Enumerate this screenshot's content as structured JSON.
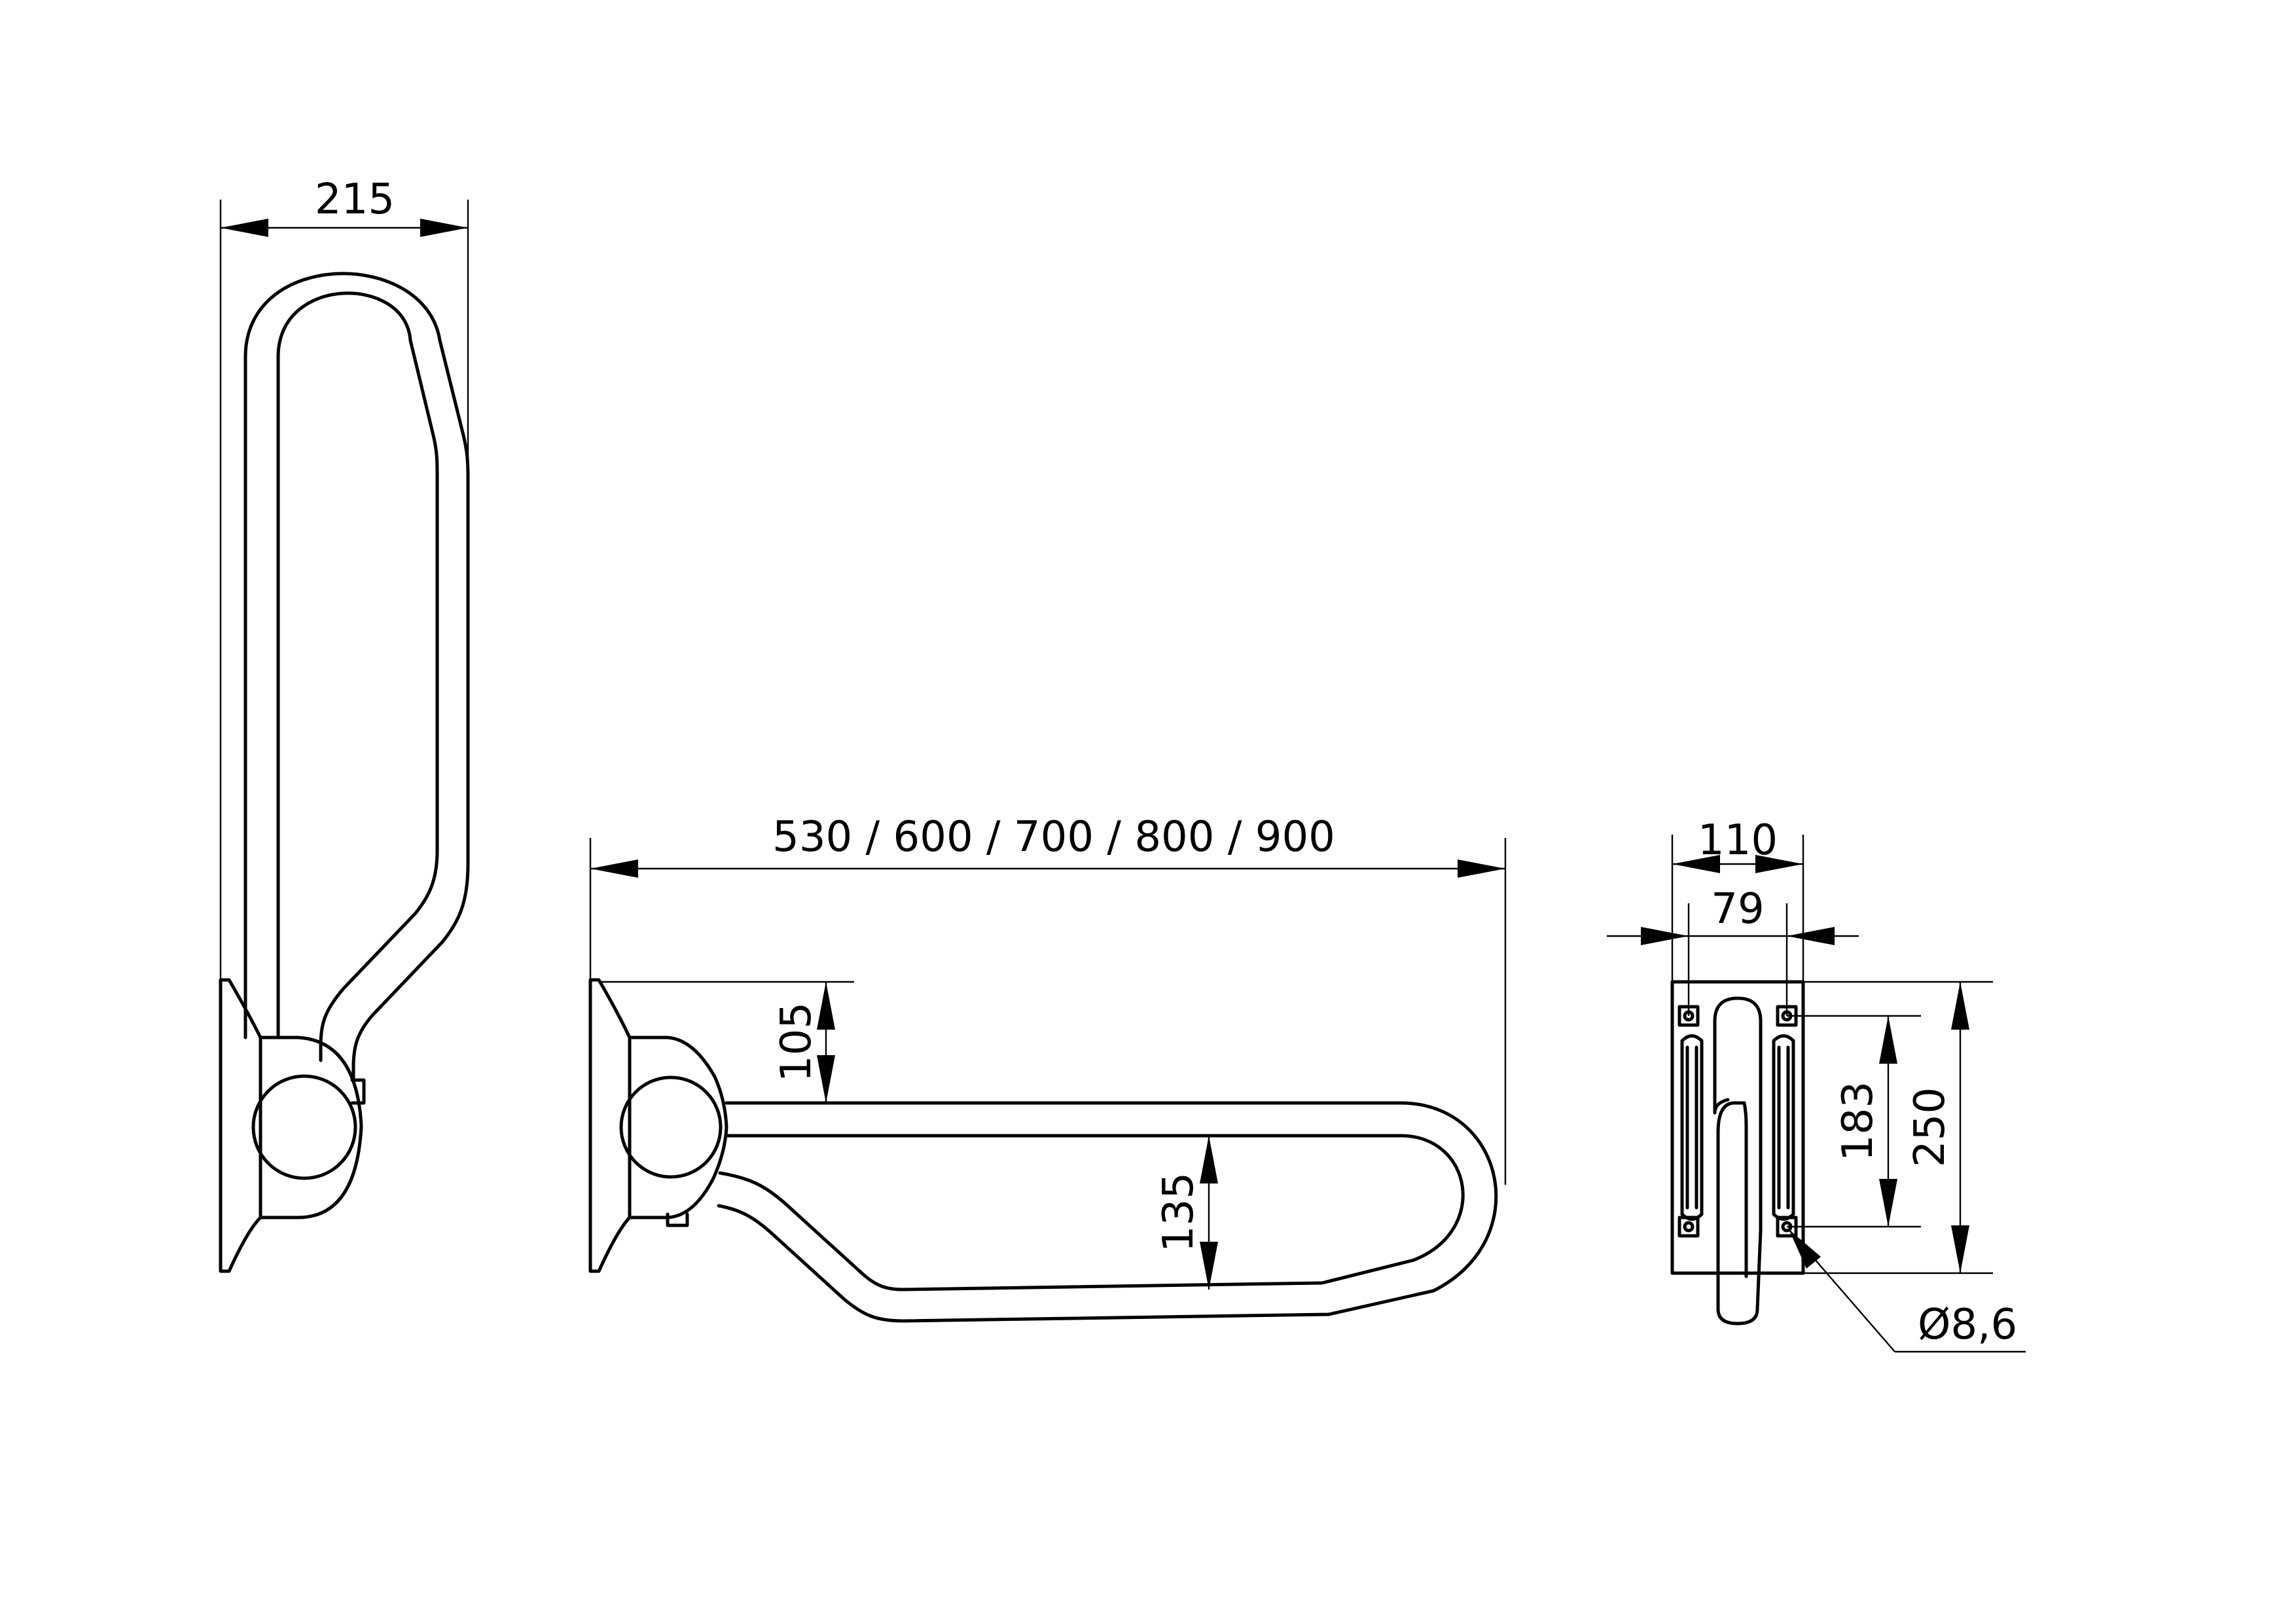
{
  "drawing": {
    "dimensions": {
      "side_view_width": "215",
      "arm_length": "530 / 600 / 700 / 800 / 900",
      "pivot_height": "105",
      "loop_height": "135",
      "plate_width": "110",
      "hole_spacing_horizontal": "79",
      "hole_spacing_vertical": "183",
      "plate_height": "250",
      "hole_diameter": "Ø8,6"
    }
  }
}
